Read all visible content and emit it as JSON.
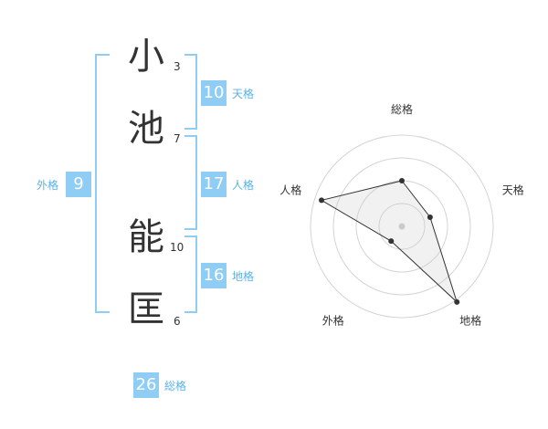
{
  "name": {
    "chars": [
      {
        "char": "小",
        "strokes": "3"
      },
      {
        "char": "池",
        "strokes": "7"
      },
      {
        "char": "能",
        "strokes": "10"
      },
      {
        "char": "匡",
        "strokes": "6"
      }
    ]
  },
  "kaku": {
    "ten": {
      "value": "10",
      "label": "天格"
    },
    "jin": {
      "value": "17",
      "label": "人格"
    },
    "chi": {
      "value": "16",
      "label": "地格"
    },
    "gai": {
      "value": "9",
      "label": "外格"
    },
    "sou": {
      "value": "26",
      "label": "総格"
    }
  },
  "chart_data": {
    "type": "radar",
    "axes": [
      "総格",
      "天格",
      "地格",
      "外格",
      "人格"
    ],
    "values": [
      2,
      1.3,
      4.1,
      0.8,
      3.7
    ],
    "max": 4,
    "rings": 4
  }
}
